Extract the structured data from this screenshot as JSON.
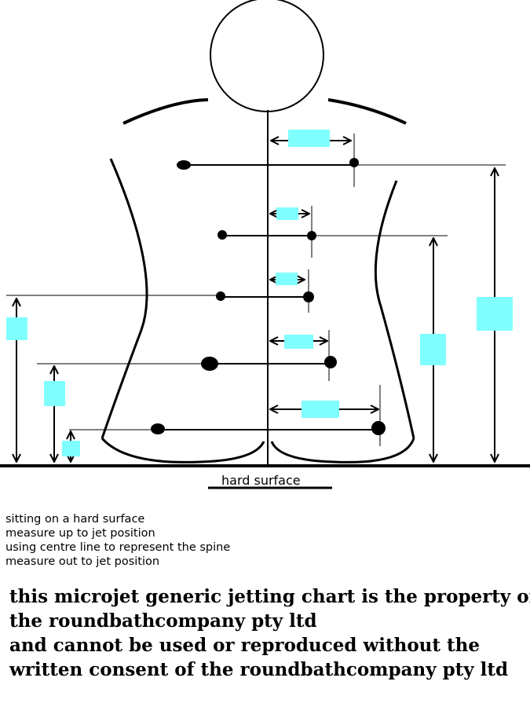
{
  "surface_label": "hard surface",
  "instructions": [
    "sitting on a hard surface",
    "measure up to jet position",
    "using centre line to represent the spine",
    "measure out to jet position"
  ],
  "copyright": [
    "this microjet generic jetting chart is the property of",
    "the roundbathcompany pty ltd",
    "and cannot be used or reproduced without the",
    "written consent of the roundbathcompany pty ltd"
  ],
  "colors": {
    "ink": "#000000",
    "measure_box": "#80ffff",
    "background": "#ffffff"
  }
}
